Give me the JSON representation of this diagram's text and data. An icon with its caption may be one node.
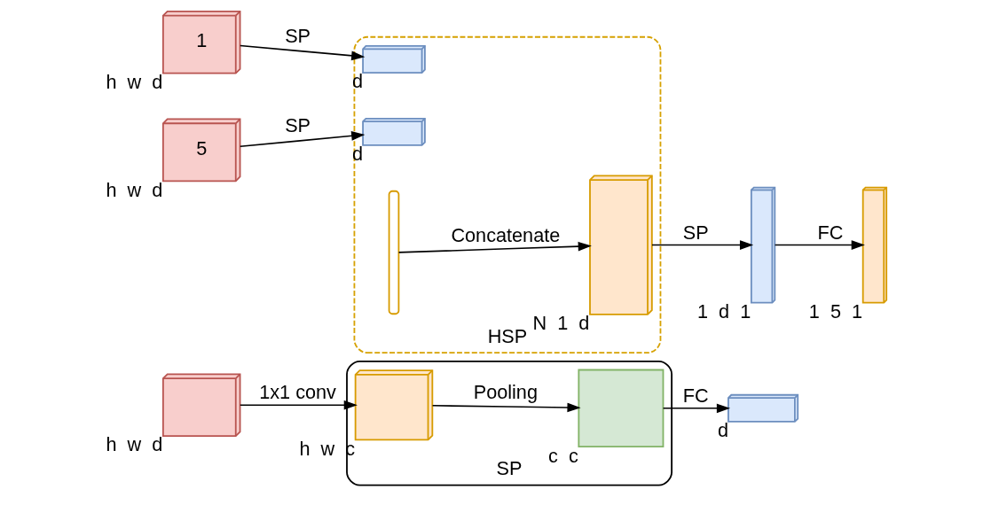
{
  "diagram": {
    "nodes": [
      {
        "text": [
          "SP"
        ]
      },
      {
        "text": [],
        "shape": "cube",
        "beside": [
          "h",
          "w",
          "d"
        ]
      },
      {
        "text": [],
        "shape": "cube",
        "in": 0,
        "beside": [
          "h",
          "w",
          "c"
        ]
      },
      {
        "text": [],
        "shape": "box",
        "in": 0,
        "beside": [
          "c",
          "c"
        ]
      },
      {
        "text": [],
        "shape": "bar",
        "beside": [
          "d"
        ]
      },
      {
        "text": [
          "HSP"
        ]
      },
      {
        "text": [
          "1"
        ],
        "beside": [
          "h",
          "w",
          "d"
        ]
      },
      {
        "text": [
          "5"
        ],
        "beside": [
          "h",
          "w",
          "d"
        ]
      },
      {
        "text": [],
        "shape": "bar",
        "in": 5,
        "beside": [
          "d"
        ]
      },
      {
        "text": [],
        "shape": "bar",
        "in": 5,
        "beside": [
          "d"
        ]
      },
      {
        "text": [],
        "shape": "brace",
        "in": 5
      },
      {
        "text": [],
        "shape": "bar",
        "in": 5,
        "beside": [
          "N",
          "1",
          "d"
        ]
      },
      {
        "text": [],
        "shape": "bar",
        "beside": [
          "1",
          "d",
          "1"
        ]
      },
      {
        "text": [],
        "shape": "bar",
        "beside": [
          "1",
          "5",
          "1"
        ]
      }
    ],
    "edges": [
      {
        "from": 1,
        "to": 2,
        "arrow": "to",
        "label": "1x1 conv"
      },
      {
        "from": 2,
        "to": 3,
        "arrow": "to",
        "label": "Pooling"
      },
      {
        "from": 3,
        "to": 4,
        "arrow": "to",
        "label": "FC"
      },
      {
        "from": 6,
        "to": 8,
        "arrow": "to",
        "label": "SP"
      },
      {
        "from": 7,
        "to": 9,
        "arrow": "to",
        "label": "SP"
      },
      {
        "from": 10,
        "to": 11,
        "arrow": "to",
        "label": "Concatenate"
      },
      {
        "from": 11,
        "to": 12,
        "arrow": "to",
        "label": "SP"
      },
      {
        "from": 12,
        "to": 13,
        "arrow": "to",
        "label": "FC"
      }
    ]
  }
}
